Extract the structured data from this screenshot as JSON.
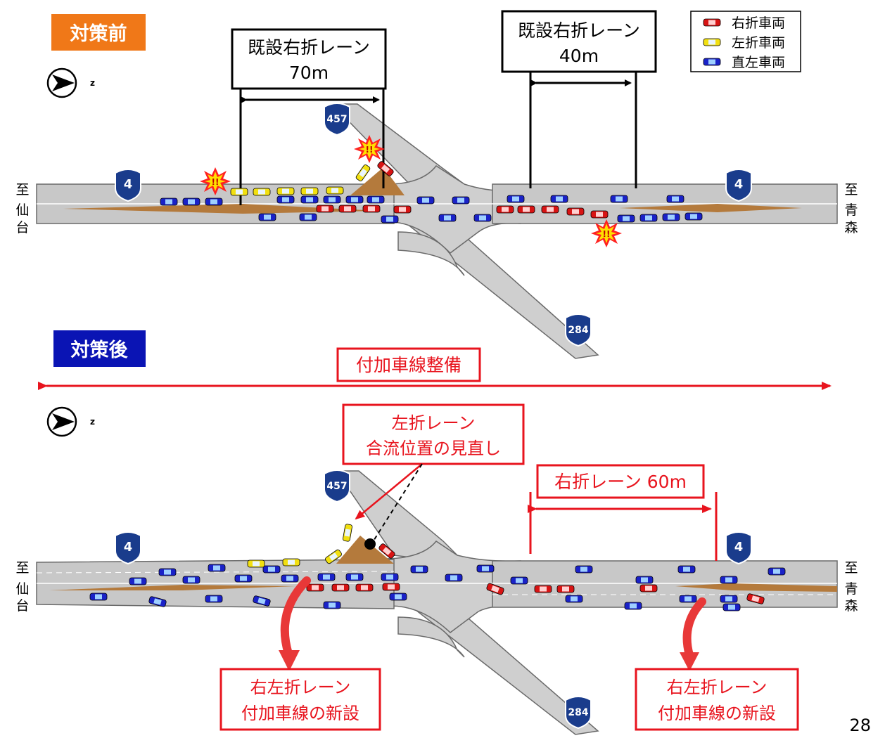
{
  "before": {
    "badge": "対策前",
    "badge_color": "#f07818",
    "existing_right_lane_1": {
      "line1": "既設右折レーン",
      "line2": "70m"
    },
    "existing_right_lane_2": {
      "line1": "既設右折レーン",
      "line2": "40m"
    }
  },
  "after": {
    "badge": "対策後",
    "badge_color": "#0a14b4",
    "additional_lane_banner": "付加車線整備",
    "left_lane_review": {
      "line1": "左折レーン",
      "line2": "合流位置の見直し"
    },
    "right_lane_60": "右折レーン 60m",
    "new_lane_left": {
      "line1": "右左折レーン",
      "line2": "付加車線の新設"
    },
    "new_lane_right": {
      "line1": "右左折レーン",
      "line2": "付加車線の新設"
    }
  },
  "legend": {
    "items": [
      {
        "label": "右折車両",
        "color": "#e01818"
      },
      {
        "label": "左折車両",
        "color": "#f0e010"
      },
      {
        "label": "直左車両",
        "color": "#1818d0"
      }
    ]
  },
  "destinations": {
    "left_prefix": "至",
    "left_city": [
      "仙",
      "台"
    ],
    "right_prefix": "至",
    "right_city": [
      "青",
      "森"
    ]
  },
  "route_shields": {
    "r4": "4",
    "r457": "457",
    "r284": "284"
  },
  "compass_letter": "z",
  "page_number": "28",
  "colors": {
    "annotation_red": "#e8141e",
    "road": "#c8c8c8",
    "median": "#b47a3c"
  },
  "icons": [
    "compass-arrow-icon",
    "route-shield-icon",
    "collision-burst-icon",
    "car-icon"
  ]
}
